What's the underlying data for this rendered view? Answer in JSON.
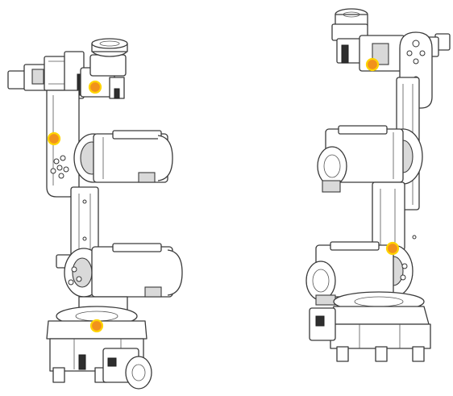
{
  "figure": {
    "views": [
      {
        "name": "robot-arm-view-left"
      },
      {
        "name": "robot-arm-view-right"
      }
    ],
    "colors": {
      "line": "#3a3a3a",
      "shade": "#2e2e2e",
      "joint_marker_fill": "#f1921c",
      "joint_marker_ring": "#ffd400",
      "background": "#ffffff"
    },
    "joint_marker_count": 5
  }
}
